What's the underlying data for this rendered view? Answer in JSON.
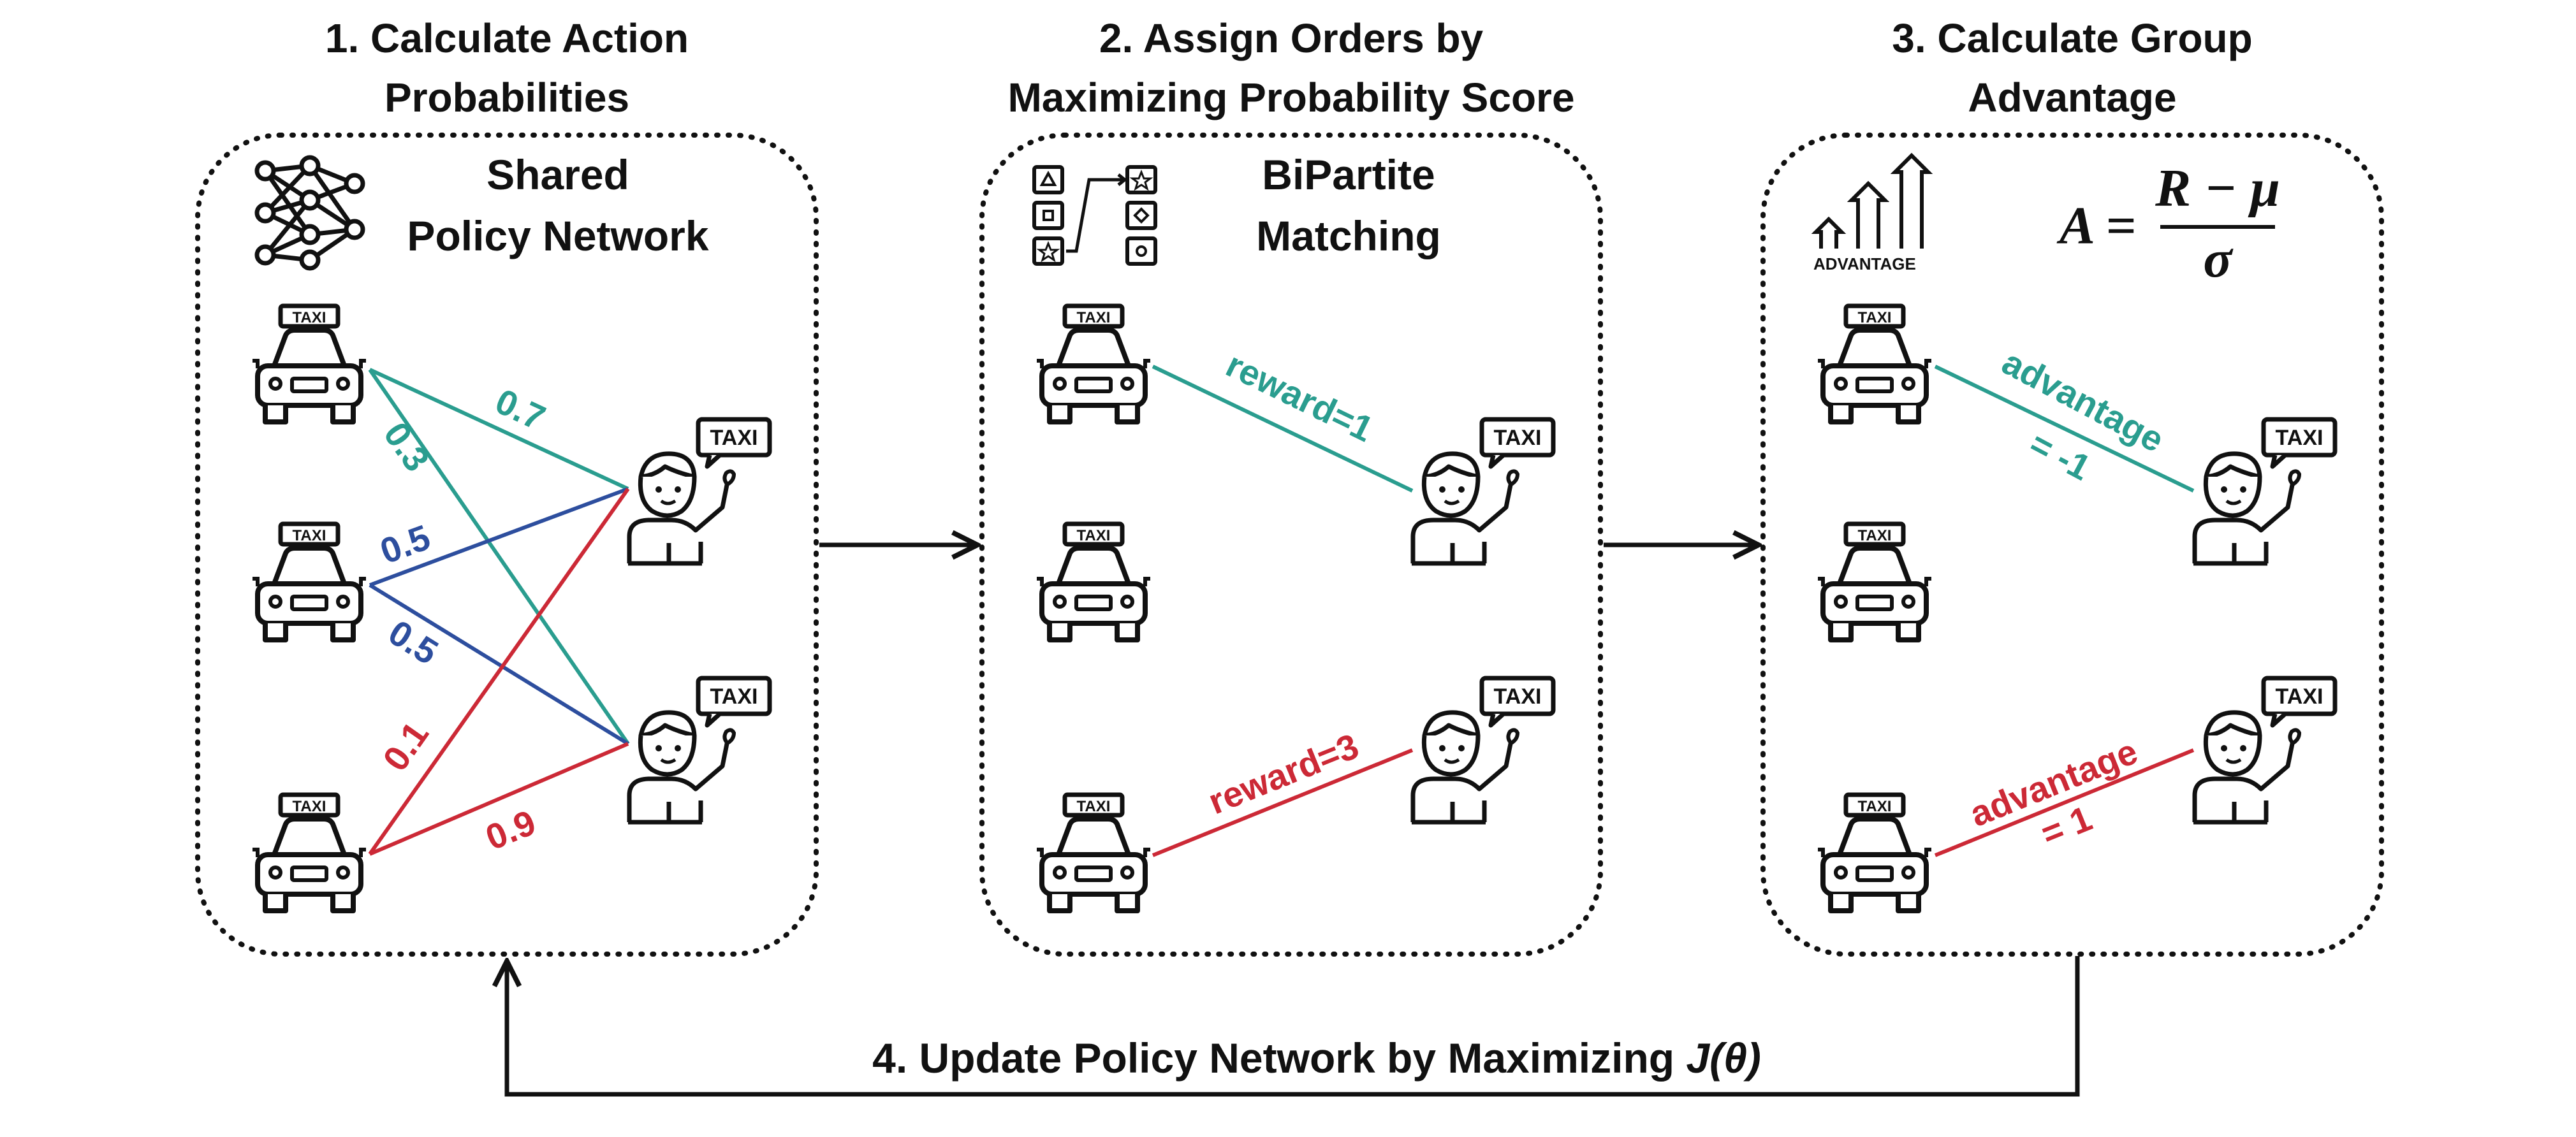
{
  "colors": {
    "teal": "#2a9d8f",
    "blue": "#2d4e9e",
    "red": "#cc2936",
    "ink": "#111111"
  },
  "panels": [
    {
      "title_line1": "1. Calculate Action",
      "title_line2": "Probabilities",
      "sub_line1": "Shared",
      "sub_line2": "Policy Network",
      "icon": "neural-network-icon"
    },
    {
      "title_line1": "2. Assign Orders by",
      "title_line2": "Maximizing Probability Score",
      "sub_line1": "BiPartite",
      "sub_line2": "Matching",
      "icon": "bipartite-matching-icon"
    },
    {
      "title_line1": "3. Calculate Group",
      "title_line2": "Advantage",
      "icon": "advantage-chart-icon",
      "icon_label": "ADVANTAGE"
    }
  ],
  "taxi_sign": "TAXI",
  "panel1_edges": [
    {
      "label": "0.7",
      "color": "teal"
    },
    {
      "label": "0.3",
      "color": "teal"
    },
    {
      "label": "0.5",
      "color": "blue"
    },
    {
      "label": "0.5",
      "color": "blue"
    },
    {
      "label": "0.1",
      "color": "red"
    },
    {
      "label": "0.9",
      "color": "red"
    }
  ],
  "panel2_edges": [
    {
      "label": "reward=1",
      "color": "teal"
    },
    {
      "label": "reward=3",
      "color": "red"
    }
  ],
  "panel3_edges": [
    {
      "label_line1": "advantage",
      "label_line2": "= -1",
      "color": "teal"
    },
    {
      "label_line1": "advantage",
      "label_line2": "= 1",
      "color": "red"
    }
  ],
  "formula": {
    "lhs": "A =",
    "numerator": "R − μ",
    "denominator": "σ"
  },
  "feedback": {
    "text": "4. Update Policy Network by Maximizing ",
    "objective": "J(θ)"
  }
}
